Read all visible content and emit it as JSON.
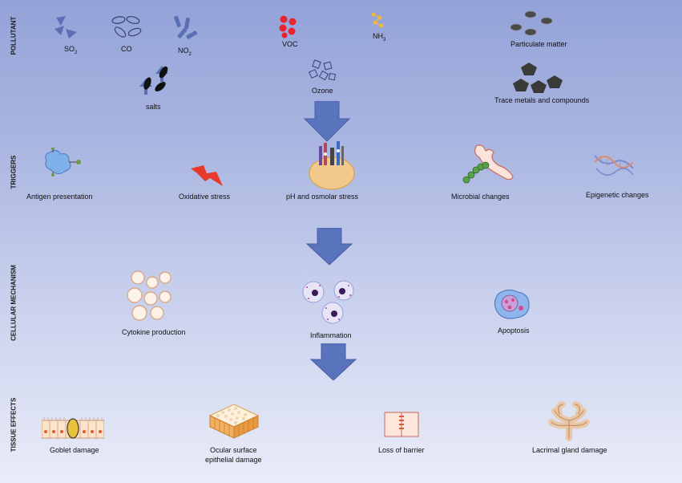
{
  "sections": {
    "pollutant": "POLLUTANT",
    "triggers": "TRIGGERS",
    "cellular": "CELLULAR MECHANISM",
    "tissue": "TISSUE EFFECTS"
  },
  "pollutants": {
    "so2": {
      "base": "SO",
      "sub": "2"
    },
    "co": "CO",
    "no2": {
      "base": "NO",
      "sub": "2"
    },
    "voc": "VOC",
    "nh3": {
      "base": "NH",
      "sub": "3"
    },
    "particulate": "Particulate matter",
    "salts": "salts",
    "ozone": "Ozone",
    "trace_metals": "Trace metals  and  compounds"
  },
  "triggers": {
    "antigen": "Antigen presentation",
    "oxidative": "Oxidative stress",
    "ph": "pH and osmolar stress",
    "microbial": "Microbial changes",
    "epigenetic": "Epigenetic changes"
  },
  "cellular": {
    "cytokine": "Cytokine production",
    "inflammation": "Inflammation",
    "apoptosis": "Apoptosis"
  },
  "tissue": {
    "goblet": "Goblet damage",
    "ocular_line1": "Ocular  surface",
    "ocular_line2": "epithelial damage",
    "barrier": "Loss of barrier",
    "lacrimal": "Lacrimal gland damage"
  },
  "colors": {
    "arrow": "#5a73bd",
    "voc": "#e8242c",
    "nh3": "#f0b93a",
    "gas_icon": "#5b6fb4",
    "dark_particle": "#3d3d3d",
    "lightning": "#e83a2c"
  }
}
